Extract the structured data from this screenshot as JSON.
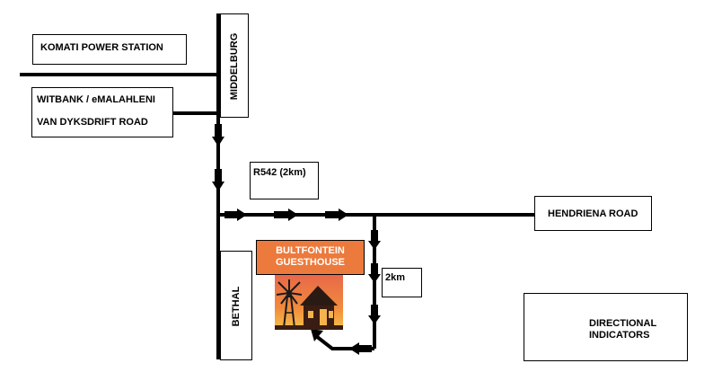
{
  "labels": {
    "komati": "KOMATI POWER STATION",
    "witbank": "WITBANK / eMALAHLENI",
    "van_dyksdrift": "VAN DYKSDRIFT ROAD",
    "middelburg": "MIDDELBURG",
    "r542": "R542 (2km)",
    "hendriena": "HENDRIENA ROAD",
    "bethal": "BETHAL",
    "guesthouse_line1": "BULTFONTEIN",
    "guesthouse_line2": "GUESTHOUSE",
    "distance_2km": "2km",
    "legend_line1": "DIRECTIONAL",
    "legend_line2": "INDICATORS"
  },
  "icons": {
    "guesthouse_picture": "windmill-farmhouse-icon",
    "legend_arrow": "arrow-left-icon"
  },
  "colors": {
    "road": "#000000",
    "guesthouse_box": "#ec7a3d",
    "guesthouse_picture_bg": "#f2a64a"
  }
}
